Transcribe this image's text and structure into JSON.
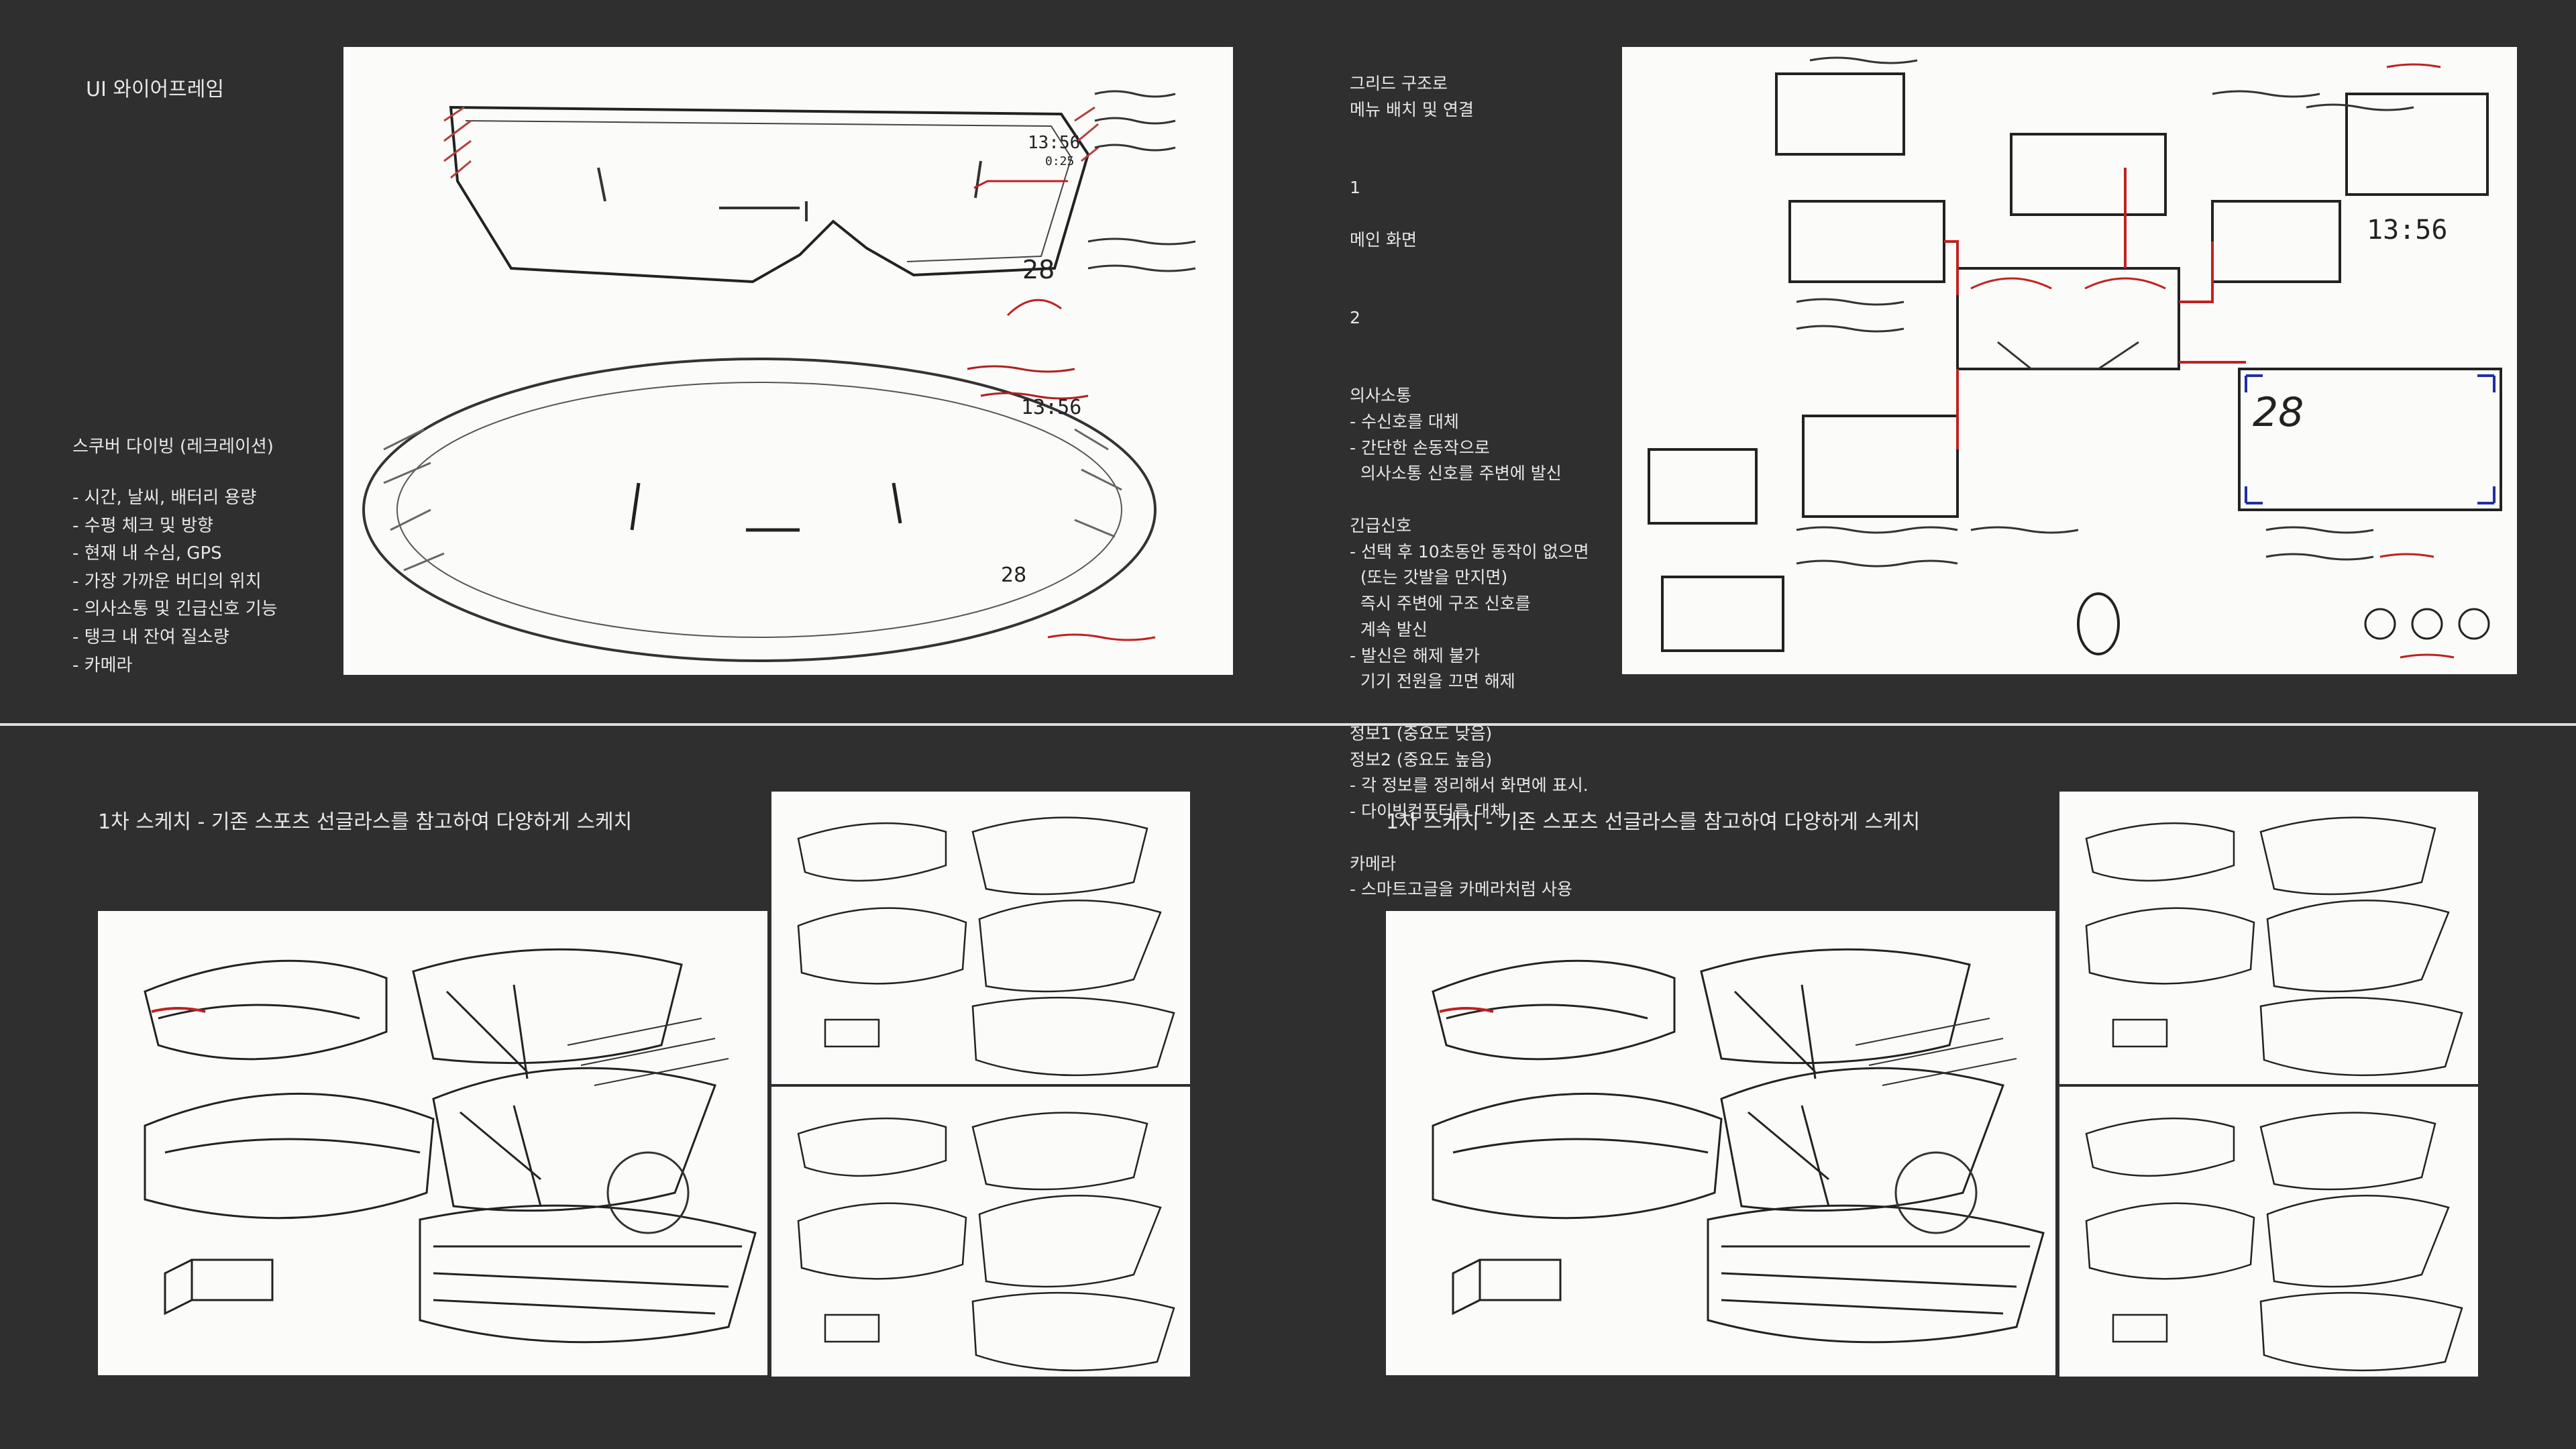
{
  "top_left": {
    "title": "UI 와이어프레임",
    "section_title": "스쿠버 다이빙 (레크레이션)",
    "features": [
      "- 시간, 날씨, 배터리 용량",
      "- 수평 체크 및 방향",
      "- 현재 내 수심, GPS",
      "- 가장 가까운 버디의 위치",
      "- 의사소통 및 긴급신호 기능",
      "- 탱크 내 잔여 질소량",
      "- 카메라"
    ],
    "sketch_readouts": {
      "time": "13:56",
      "timer": "0:25",
      "depth": "28"
    }
  },
  "top_right": {
    "lines": [
      "그리드 구조로",
      "메뉴 배치 및 연결",
      "",
      "",
      "1",
      "",
      "메인 화면",
      "",
      "",
      "2",
      "",
      "",
      "의사소통",
      "- 수신호를 대체",
      "- 간단한 손동작으로",
      "  의사소통 신호를 주변에 발신",
      "",
      "긴급신호",
      "- 선택 후 10초동안 동작이 없으면",
      "  (또는 갓발을 만지면)",
      "  즉시 주변에 구조 신호를",
      "  계속 발신",
      "- 발신은 해제 불가",
      "  기기 전원을 끄면 해제",
      "",
      "정보1 (중요도 낮음)",
      "정보2 (중요도 높음)",
      "- 각 정보를 정리해서 화면에 표시.",
      "- 다이빙컴퓨터를 대체",
      "",
      "카메라",
      "- 스마트고글을 카메라처럼 사용"
    ],
    "sketch_readouts": {
      "time": "13:56",
      "depth": "28"
    }
  },
  "bottom": {
    "left_title": "1차 스케치 - 기존 스포츠 선글라스를 참고하여 다양하게 스케치",
    "right_title": "1차 스케치 - 기존 스포츠 선글라스를 참고하여 다양하게 스케치"
  }
}
